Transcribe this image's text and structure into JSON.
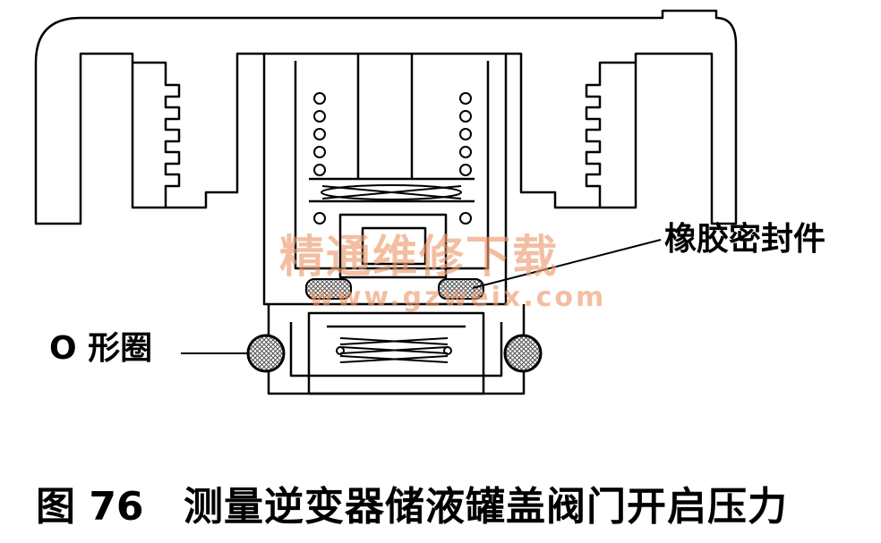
{
  "labels": {
    "seal": "橡胶密封件",
    "o_ring": "O 形圈"
  },
  "caption": {
    "figure_number": "图 76",
    "title": "测量逆变器储液罐盖阀门开启压力"
  },
  "watermark": {
    "site_name": "精通维修下载",
    "url": "www.gzweix.com"
  },
  "colors": {
    "line": "#000000",
    "watermark": "#ec9b6e",
    "seal_fill": "#6f6f6f"
  }
}
